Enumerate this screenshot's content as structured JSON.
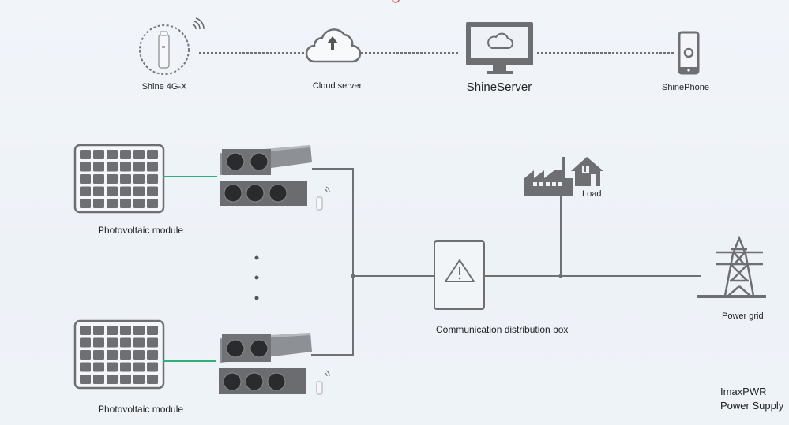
{
  "top_row": {
    "items": [
      {
        "id": "shine-4g-x",
        "label": "Shine 4G-X",
        "icon": "wireless-dongle-icon"
      },
      {
        "id": "cloud-server",
        "label": "Cloud server",
        "icon": "cloud-upload-icon"
      },
      {
        "id": "shine-server",
        "label": "ShineServer",
        "icon": "monitor-cloud-icon"
      },
      {
        "id": "shine-phone",
        "label": "ShinePhone",
        "icon": "smartphone-icon"
      }
    ]
  },
  "pv_modules": [
    {
      "label": "Photovoltaic module",
      "icon": "solar-panel-icon"
    },
    {
      "label": "Photovoltaic module",
      "icon": "solar-panel-icon"
    }
  ],
  "inverters": {
    "icon": "inverter-unit-icon",
    "ellipsis": "⋮"
  },
  "distribution_box": {
    "label": "Communication distribution box",
    "icon": "warning-triangle-icon"
  },
  "load": {
    "label": "Load",
    "icon": "factory-house-icon"
  },
  "grid": {
    "label": "Power grid",
    "icon": "power-tower-icon"
  },
  "brand": {
    "line1": "ImaxPWR",
    "line2": "Power Supply"
  },
  "colors": {
    "line": "#6e7174",
    "pv_link": "#2fb07a",
    "icon": "#6d6f72",
    "background": "#eef3f8"
  }
}
